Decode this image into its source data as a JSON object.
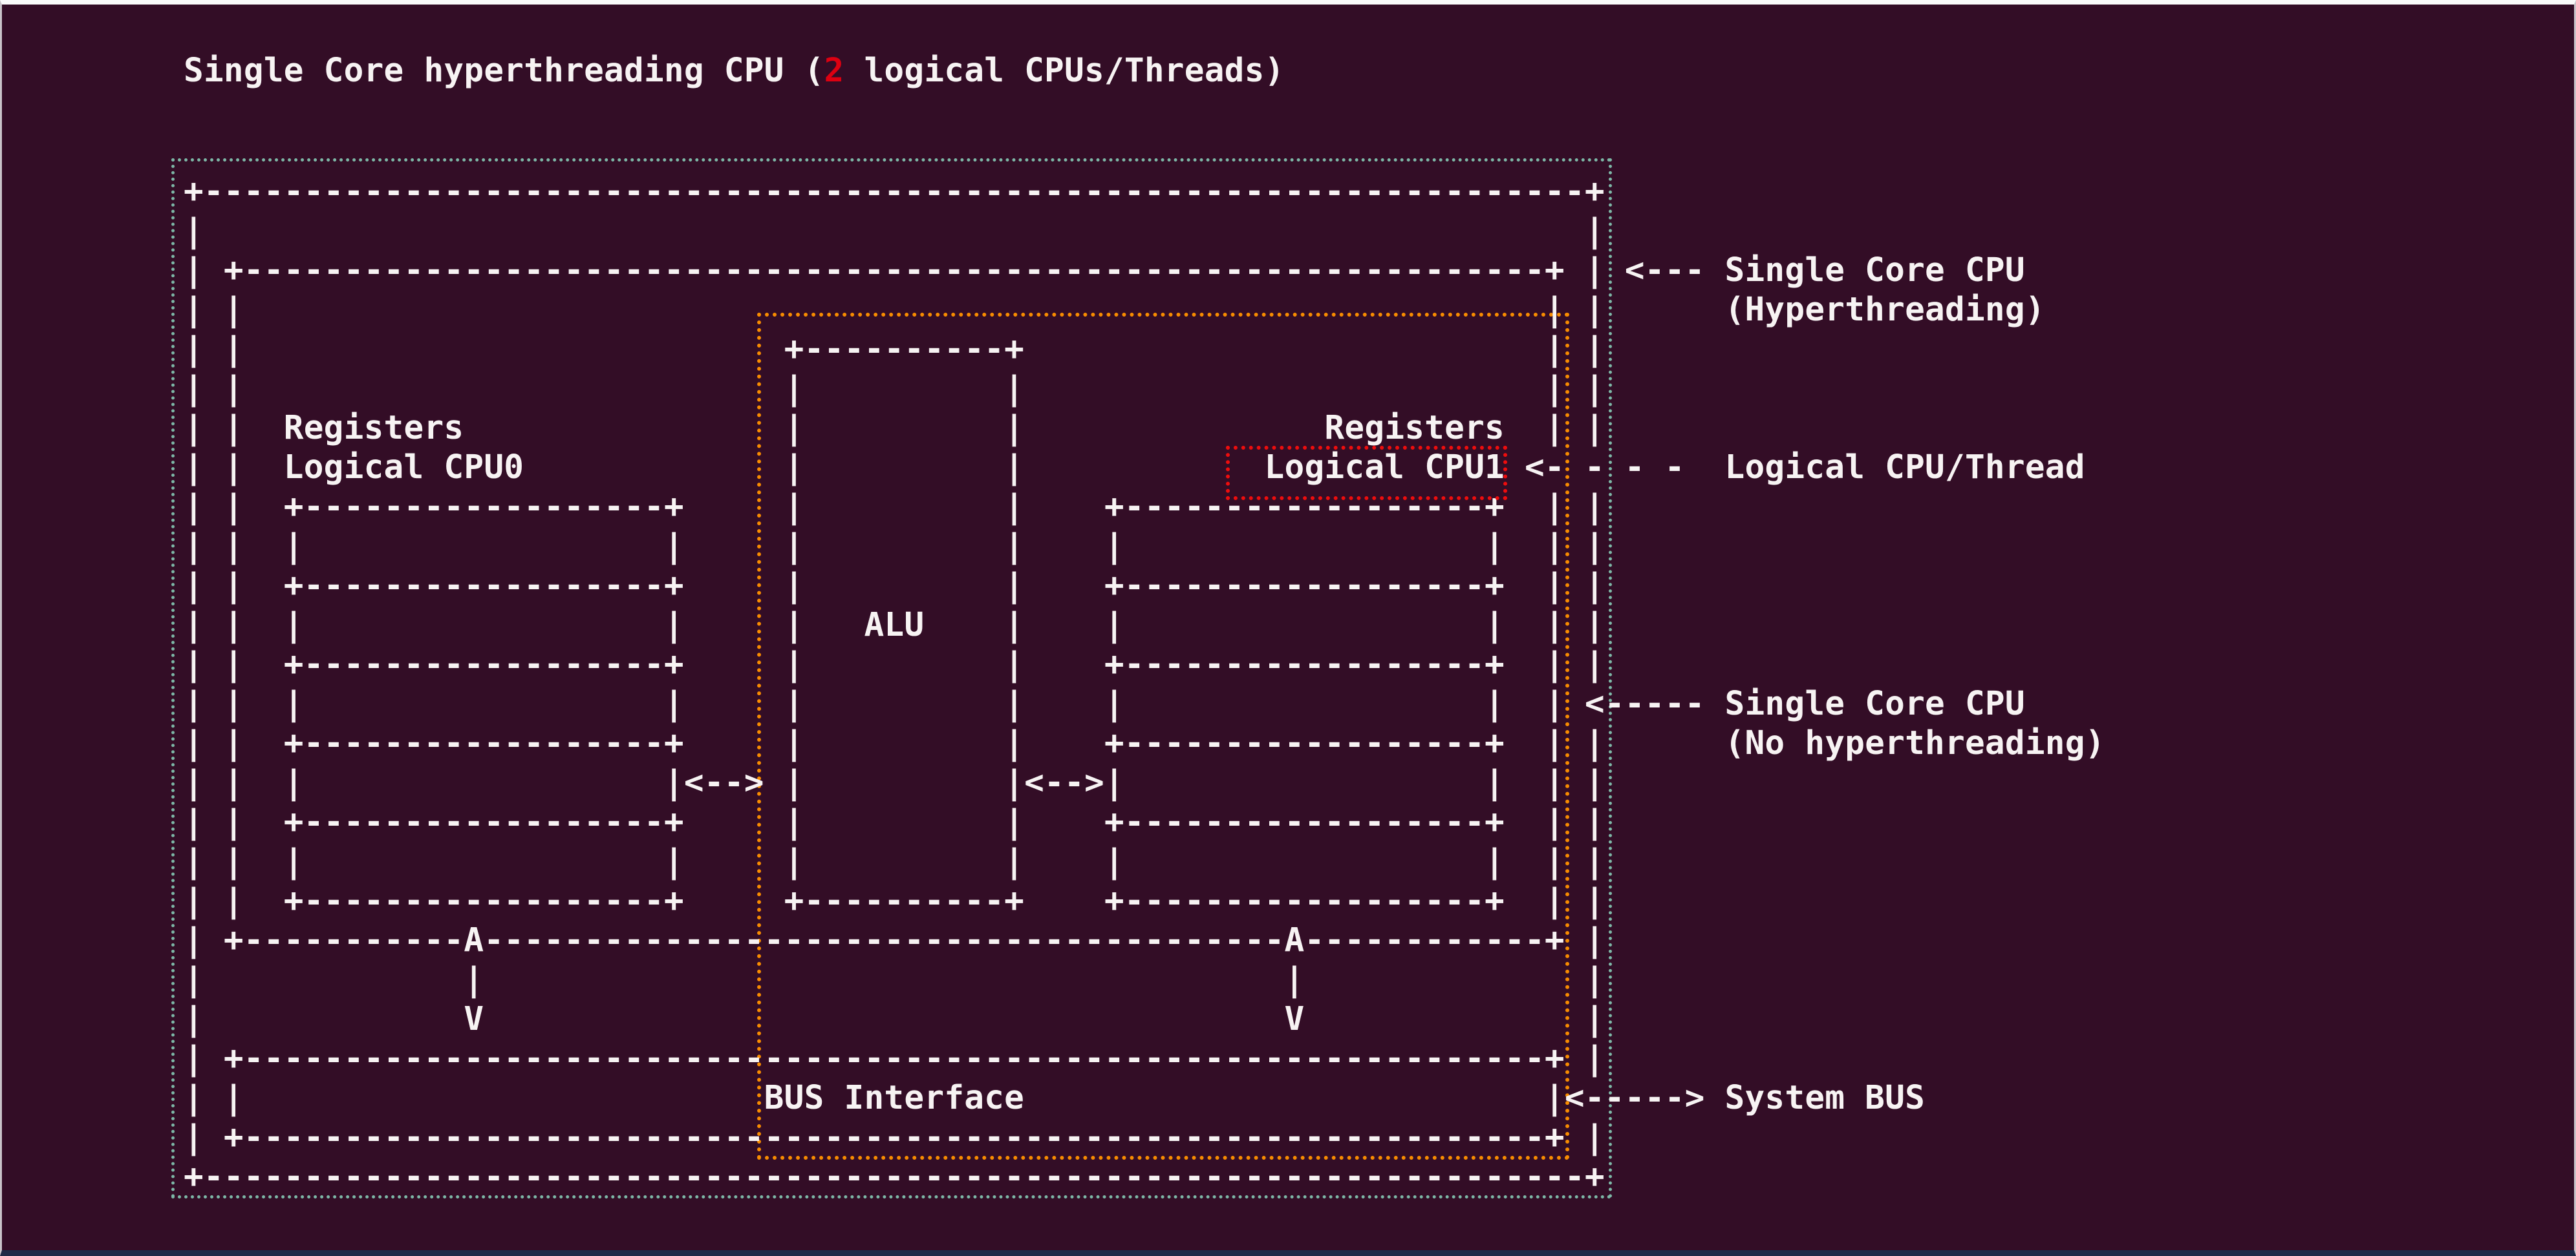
{
  "title": {
    "prefix": "Single Core hyperthreading CPU (",
    "highlight": "2",
    "suffix": " logical CPUs/Threads)"
  },
  "colors": {
    "background": "#330d26",
    "text": "#f7f3f3",
    "title_number": "#dd0011",
    "cpu_outline": "#7db8a7",
    "core_outline": "#f88c00",
    "highlight_box": "#ee0d0d",
    "frame_top": "#fafafa",
    "frame_side": "#c9c3c9",
    "frame_bottom": "#1e2a47"
  },
  "diagram": {
    "lines": [
      "+---------------------------------------------------------------------+",
      "|                                                                     |",
      "| +-----------------------------------------------------------------+ | <--- Single Core CPU",
      "| |                                                                 | |      (Hyperthreading)",
      "| |                           +----------+                          | |",
      "| |                           |          |                          | |",
      "| |  Registers                |          |               Registers  | |",
      "| |  Logical CPU0             |          |            Logical CPU1 <- - - -  Logical CPU/Thread",
      "| |  +------------------+     |          |    +------------------+  | |",
      "| |  |                  |     |          |    |                  |  | |",
      "| |  +------------------+     |          |    +------------------+  | |",
      "| |  |                  |     |   ALU    |    |                  |  | |",
      "| |  +------------------+     |          |    +------------------+  | |",
      "| |  |                  |     |          |    |                  |  | <----- Single Core CPU",
      "| |  +------------------+     |          |    +------------------+  | |      (No hyperthreading)",
      "| |  |                  |<--> |          |<-->|                  |  | |",
      "| |  +------------------+     |          |    +------------------+  | |",
      "| |  |                  |     |          |    |                  |  | |",
      "| |  +------------------+     +----------+    +------------------+  | |",
      "| +-----------A----------------------------------------A------------+ |",
      "|             |                                        |              |",
      "|             V                                        V              |",
      "| +-----------------------------------------------------------------+ |",
      "| |                          BUS Interface                          |<-----> System BUS",
      "| +-----------------------------------------------------------------+ |",
      "+---------------------------------------------------------------------+"
    ]
  },
  "components": {
    "alu_label": "ALU",
    "bus_label": "BUS Interface",
    "left_register_labels": [
      "Registers",
      "Logical CPU0"
    ],
    "right_register_labels": [
      "Registers",
      "Logical CPU1"
    ],
    "annotations": [
      "Single Core CPU (Hyperthreading)",
      "Logical CPU/Thread",
      "Single Core CPU (No hyperthreading)",
      "System BUS"
    ]
  }
}
